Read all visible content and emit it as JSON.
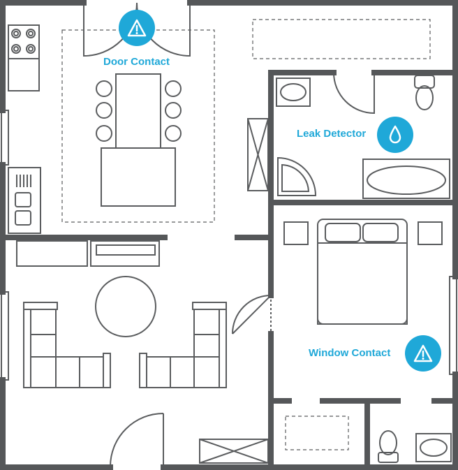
{
  "colors": {
    "wall": "#555759",
    "fixture": "#5a5c5e",
    "accent": "#1fa8d8",
    "background": "#ffffff"
  },
  "sensors": {
    "door": {
      "label": "Door Contact",
      "icon": "alert-triangle-icon"
    },
    "leak": {
      "label": "Leak Detector",
      "icon": "water-drop-icon"
    },
    "window": {
      "label": "Window Contact",
      "icon": "alert-triangle-icon"
    }
  }
}
